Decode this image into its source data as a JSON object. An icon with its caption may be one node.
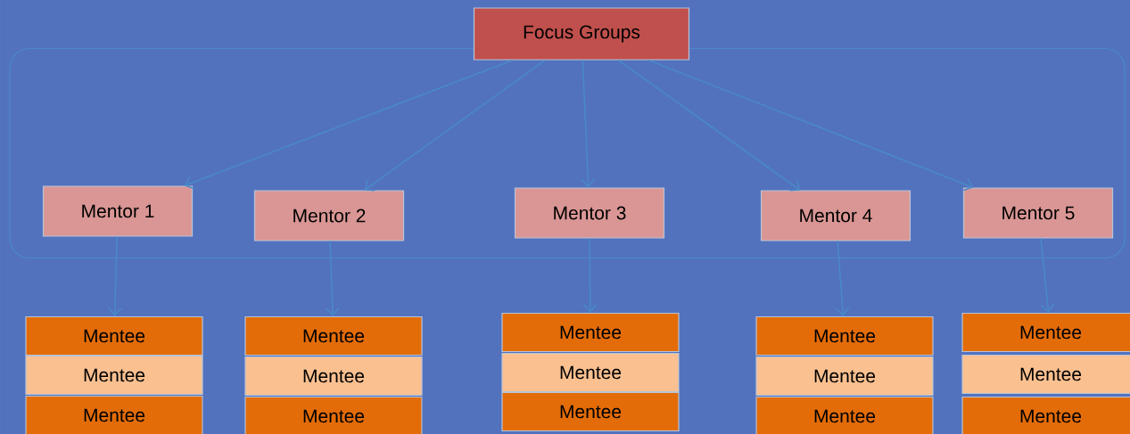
{
  "diagram": {
    "nodes": [
      {
        "text": [
          "Focus Groups"
        ]
      },
      {
        "text": [],
        "shape": "box"
      },
      {
        "text": [
          "Mentor 1"
        ],
        "in": 1
      },
      {
        "text": [
          "Mentor 2"
        ],
        "in": 1
      },
      {
        "text": [
          "Mentor 3"
        ],
        "in": 1
      },
      {
        "text": [
          "Mentor 4"
        ],
        "in": 1
      },
      {
        "text": [
          "Mentor 5"
        ],
        "in": 1
      },
      {
        "text": [
          "Mentee"
        ]
      },
      {
        "text": [
          "Mentee"
        ]
      },
      {
        "text": [
          "Mentee"
        ]
      },
      {
        "text": [
          "Mentee"
        ]
      },
      {
        "text": [
          "Mentee"
        ]
      },
      {
        "text": [
          "Mentee"
        ]
      },
      {
        "text": [
          "Mentee"
        ]
      },
      {
        "text": [
          "Mentee"
        ]
      },
      {
        "text": [
          "Mentee"
        ]
      },
      {
        "text": [
          "Mentee"
        ]
      },
      {
        "text": [
          "Mentee"
        ]
      },
      {
        "text": [
          "Mentee"
        ]
      },
      {
        "text": [
          "Mentee"
        ]
      },
      {
        "text": [
          "Mentee"
        ]
      },
      {
        "text": [
          "Mentee"
        ]
      }
    ],
    "edges": [
      {
        "from": 0,
        "to": 2,
        "arrow": "to"
      },
      {
        "from": 0,
        "to": 3,
        "arrow": "to"
      },
      {
        "from": 0,
        "to": 4,
        "arrow": "to"
      },
      {
        "from": 0,
        "to": 5,
        "arrow": "to"
      },
      {
        "from": 0,
        "to": 6,
        "arrow": "to"
      },
      {
        "from": 2,
        "to": 7,
        "arrow": "to"
      },
      {
        "from": 3,
        "to": 10,
        "arrow": "to"
      },
      {
        "from": 4,
        "to": 13,
        "arrow": "to"
      },
      {
        "from": 5,
        "to": 16,
        "arrow": "to"
      },
      {
        "from": 6,
        "to": 19,
        "arrow": "to"
      }
    ]
  }
}
